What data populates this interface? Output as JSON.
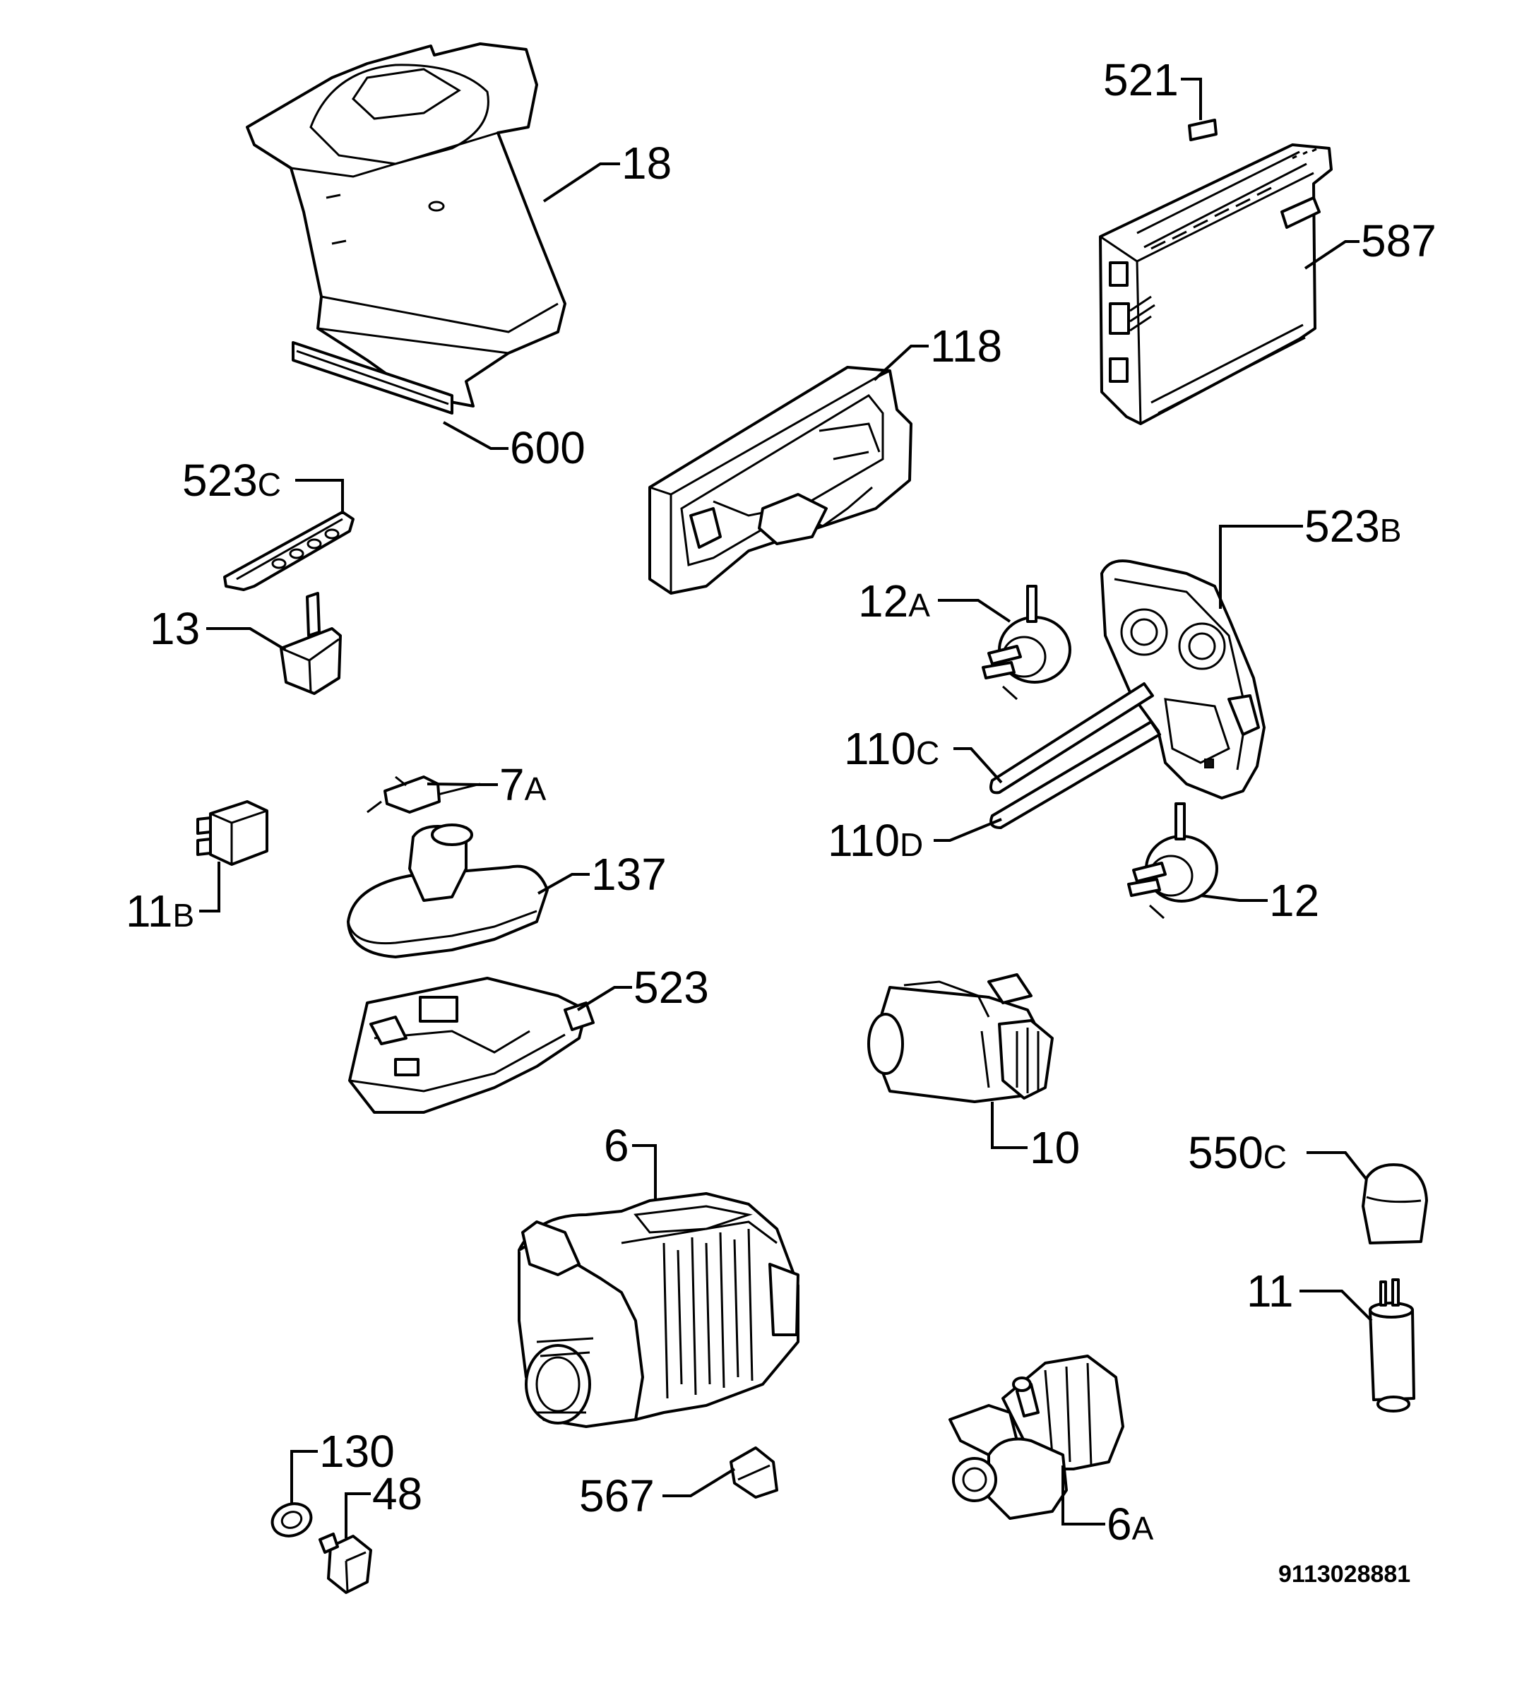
{
  "colors": {
    "line": "#000000",
    "background": "#ffffff"
  },
  "callouts": {
    "c18": {
      "num": "18",
      "suffix": ""
    },
    "c600": {
      "num": "600",
      "suffix": ""
    },
    "c118": {
      "num": "118",
      "suffix": ""
    },
    "c521": {
      "num": "521",
      "suffix": ""
    },
    "c587": {
      "num": "587",
      "suffix": ""
    },
    "c523c": {
      "num": "523",
      "suffix": "C"
    },
    "c13": {
      "num": "13",
      "suffix": ""
    },
    "c523b": {
      "num": "523",
      "suffix": "B"
    },
    "c12a": {
      "num": "12",
      "suffix": "A"
    },
    "c110c": {
      "num": "110",
      "suffix": "C"
    },
    "c110d": {
      "num": "110",
      "suffix": "D"
    },
    "c12": {
      "num": "12",
      "suffix": ""
    },
    "c7a": {
      "num": "7",
      "suffix": "A"
    },
    "c137": {
      "num": "137",
      "suffix": ""
    },
    "c11b": {
      "num": "11",
      "suffix": "B"
    },
    "c523": {
      "num": "523",
      "suffix": ""
    },
    "c10": {
      "num": "10",
      "suffix": ""
    },
    "c6": {
      "num": "6",
      "suffix": ""
    },
    "c550c": {
      "num": "550",
      "suffix": "C"
    },
    "c11": {
      "num": "11",
      "suffix": ""
    },
    "c130": {
      "num": "130",
      "suffix": ""
    },
    "c48": {
      "num": "48",
      "suffix": ""
    },
    "c567": {
      "num": "567",
      "suffix": ""
    },
    "c6a": {
      "num": "6",
      "suffix": "A"
    }
  },
  "diagram_code": "9113028881"
}
